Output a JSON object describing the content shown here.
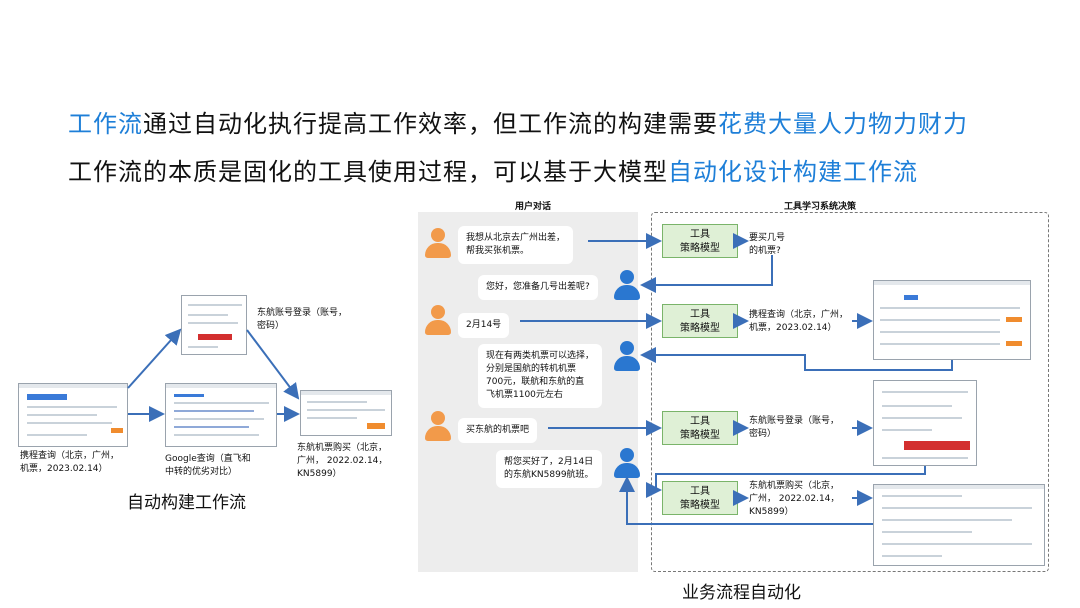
{
  "headline1": {
    "part1": "工作流",
    "part2": "通过自动化执行提高工作效率，但工作流的构建需要",
    "part3": "花费大量人力物力财力"
  },
  "headline2": {
    "part1": "工作流的本质是固化的工具使用过程，可以基于大模型",
    "part2": "自动化设计构建工作流"
  },
  "left_workflow": {
    "caption": "自动构建工作流",
    "label_ctrip": [
      "携程查询（北京，广州，",
      "机票，2023.02.14）"
    ],
    "label_google": [
      "Google查询（直飞和",
      "中转的优劣对比）"
    ],
    "label_login": [
      "东航账号登录（账号，",
      "密码）"
    ],
    "label_buy": [
      "东航机票购买（北京，",
      "广州， 2022.02.14，",
      "KN5899）"
    ]
  },
  "right_panel": {
    "user_dialog_title": "用户对话",
    "tool_decision_title": "工具学习系统决策",
    "caption": "业务流程自动化",
    "model_label": [
      "工具",
      "策略模型"
    ],
    "messages": {
      "u1": [
        "我想从北京去广州出差，",
        "帮我买张机票。"
      ],
      "a1": "您好，您准备几号出差呢?",
      "u2": "2月14号",
      "a2": [
        "现在有两类机票可以选择，",
        "分别是国航的转机机票",
        "700元，联航和东航的直",
        "飞机票1100元左右"
      ],
      "u3": "买东航的机票吧",
      "a3": [
        "帮您买好了，2月14日",
        "的东航KN5899航班。"
      ]
    },
    "decisions": {
      "d1": [
        "要买几号",
        "的机票?"
      ],
      "d2": [
        "携程查询（北京，广州，",
        "机票，2023.02.14）"
      ],
      "d3": [
        "东航账号登录（账号，",
        "密码）"
      ],
      "d4": [
        "东航机票购买（北京，",
        "广州， 2022.02.14，",
        "KN5899）"
      ]
    }
  },
  "colors": {
    "accent_blue": "#1e7fd8",
    "arrow_blue": "#3b6fb8",
    "model_fill": "#dff0d6",
    "user_orange": "#f29a4a",
    "agent_blue": "#2a77d0"
  }
}
